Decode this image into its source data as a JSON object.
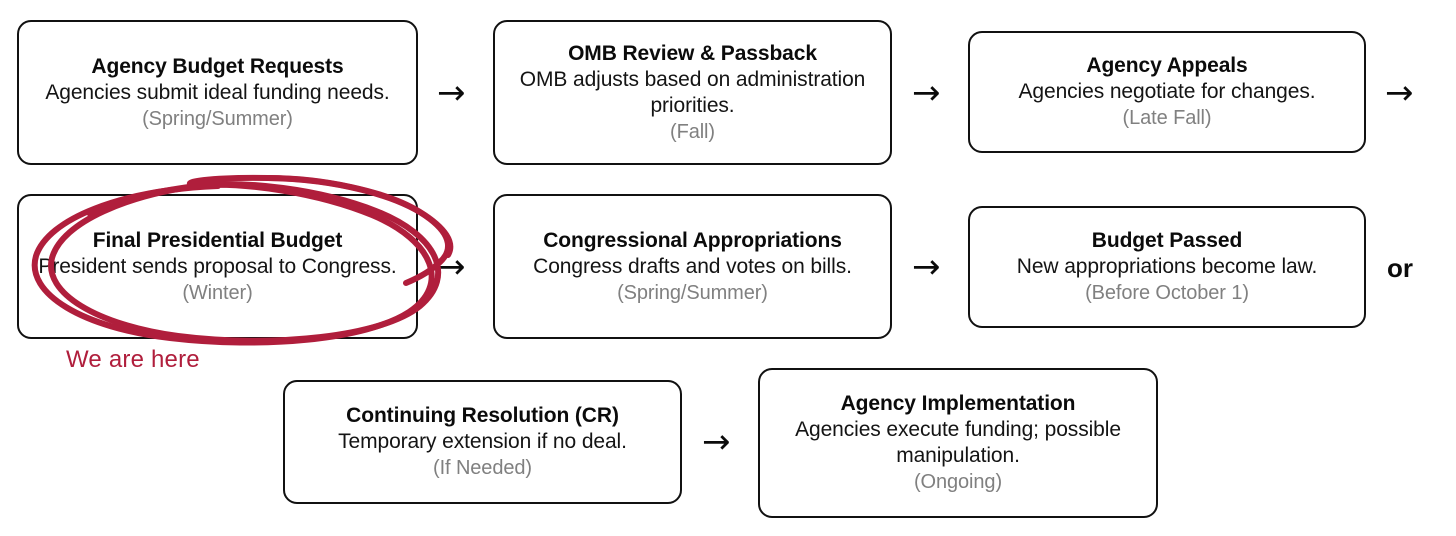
{
  "diagram": {
    "nodes": [
      {
        "id": "agency-budget-requests",
        "title": "Agency Budget Requests",
        "desc": "Agencies submit ideal funding needs.",
        "when": "(Spring/Summer)"
      },
      {
        "id": "omb-review-passback",
        "title": "OMB Review & Passback",
        "desc": "OMB adjusts based on administration priorities.",
        "when": "(Fall)"
      },
      {
        "id": "agency-appeals",
        "title": "Agency Appeals",
        "desc": "Agencies negotiate for changes.",
        "when": "(Late Fall)"
      },
      {
        "id": "final-presidential-budget",
        "title": "Final Presidential Budget",
        "desc": "President sends proposal to Congress.",
        "when": "(Winter)"
      },
      {
        "id": "congressional-appropriations",
        "title": "Congressional Appropriations",
        "desc": "Congress drafts and votes on bills.",
        "when": "(Spring/Summer)"
      },
      {
        "id": "budget-passed",
        "title": "Budget Passed",
        "desc": "New appropriations become law.",
        "when": "(Before October 1)"
      },
      {
        "id": "continuing-resolution",
        "title": "Continuing Resolution (CR)",
        "desc": "Temporary extension if no deal.",
        "when": "(If Needed)"
      },
      {
        "id": "agency-implementation",
        "title": "Agency Implementation",
        "desc": "Agencies execute funding; possible manipulation.",
        "when": "(Ongoing)"
      }
    ],
    "arrows": [
      {
        "id": "arrow-1",
        "glyph": "→"
      },
      {
        "id": "arrow-2",
        "glyph": "→"
      },
      {
        "id": "arrow-3",
        "glyph": "→"
      },
      {
        "id": "arrow-4",
        "glyph": "→"
      },
      {
        "id": "arrow-5",
        "glyph": "→"
      },
      {
        "id": "arrow-6",
        "glyph": "→"
      }
    ],
    "branch_label": "or",
    "annotation": {
      "text": "We are here",
      "color": "#B01E3C",
      "shape": "hand-drawn-ellipse",
      "target": "final-presidential-budget"
    },
    "colors": {
      "box_border": "#111111",
      "title_text": "#0b0b0b",
      "body_text": "#141414",
      "when_text": "#808080",
      "annotation_red": "#B01E3C",
      "background": "#ffffff"
    }
  }
}
